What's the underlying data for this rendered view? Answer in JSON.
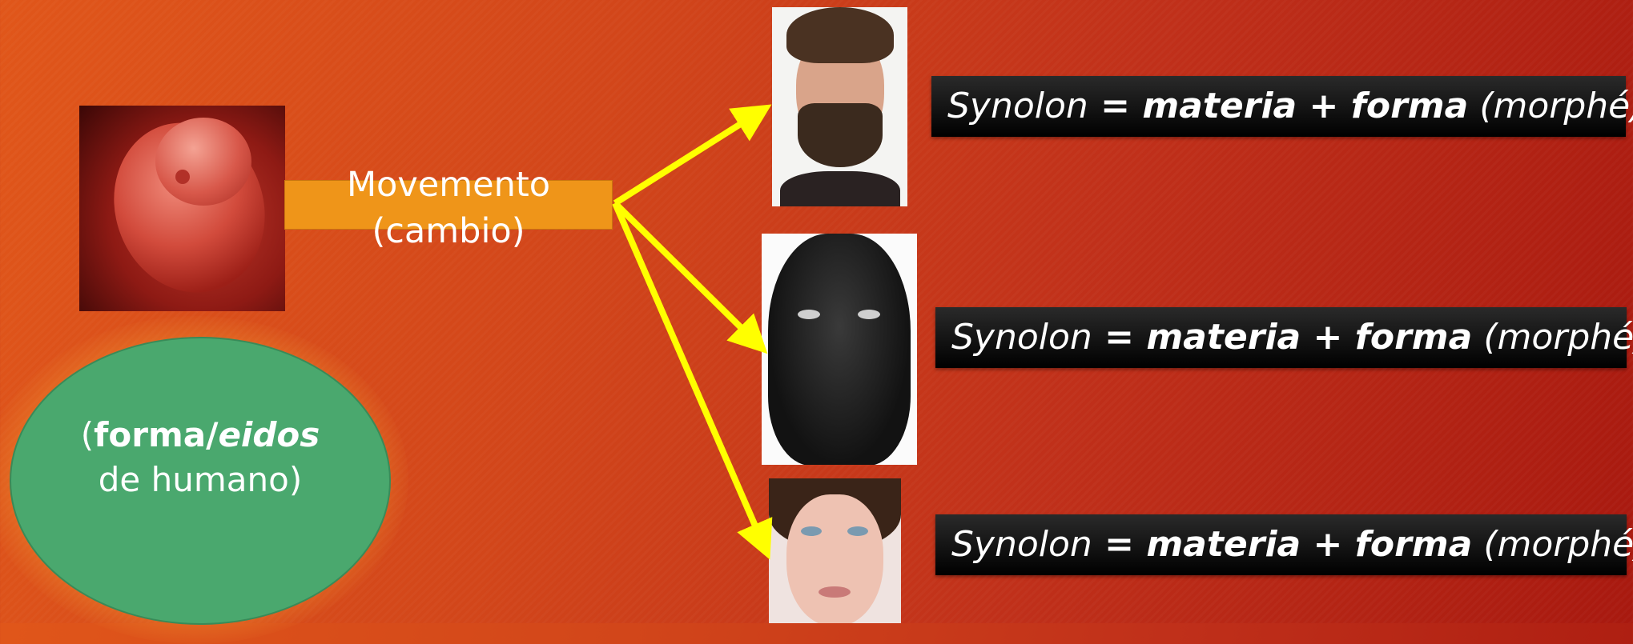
{
  "movement": {
    "line1": "Movemento",
    "line2": "(cambio)"
  },
  "ellipse": {
    "open_paren": "(",
    "forma": "forma/",
    "eidos": "eidos",
    "line2": "de humano)"
  },
  "labels": [
    {
      "synolon": "Synolon",
      "eq": " = ",
      "materia": "materia",
      "plus": " + ",
      "forma": "forma",
      "morphe": " (morphé)"
    },
    {
      "synolon": "Synolon",
      "eq": " = ",
      "materia": "materia",
      "plus": " + ",
      "forma": "forma",
      "morphe": " (morphé)"
    },
    {
      "synolon": "Synolon",
      "eq": " = ",
      "materia": "materia",
      "plus": " + ",
      "forma": "forma",
      "morphe": " (morphé)"
    }
  ],
  "colors": {
    "arrow": "#ffff00",
    "bar": "#ef9519",
    "ellipse": "#4aa86e"
  },
  "images": [
    "embryo-photo",
    "bearded-man-photo",
    "dark-skinned-man-photo",
    "woman-photo"
  ]
}
